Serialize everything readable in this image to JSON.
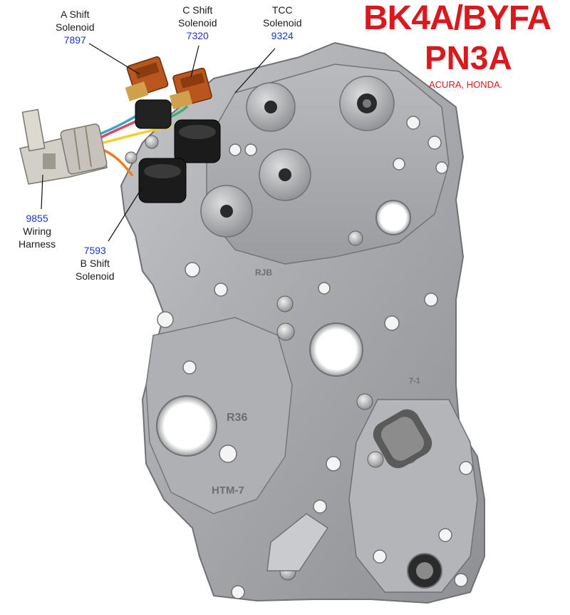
{
  "header": {
    "title": "BK4A/BYFA",
    "subtitle": "PN3A",
    "brands": "ACURA, HONDA."
  },
  "callouts": [
    {
      "key": "a_shift",
      "lines": [
        "A Shift",
        "Solenoid"
      ],
      "part": "7897",
      "part_first": false
    },
    {
      "key": "c_shift",
      "lines": [
        "C Shift",
        "Solenoid"
      ],
      "part": "7320",
      "part_first": false
    },
    {
      "key": "tcc",
      "lines": [
        "TCC",
        "Solenoid"
      ],
      "part": "9324",
      "part_first": false
    },
    {
      "key": "harness",
      "lines": [
        "Wiring",
        "Harness"
      ],
      "part": "9855",
      "part_first": true
    },
    {
      "key": "b_shift",
      "lines": [
        "B Shift",
        "Solenoid"
      ],
      "part": "7593",
      "part_first": true
    }
  ],
  "casting_marks": [
    "R36",
    "HTM-7",
    "RJB",
    "7-1"
  ],
  "colors": {
    "title_red": "#d8191d",
    "part_number_blue": "#1c34c8",
    "casting": "#a9abae",
    "connector_orange": "#b8561e",
    "solenoid_black": "#1b1b1b",
    "harness_plug": "#cfccc4"
  }
}
